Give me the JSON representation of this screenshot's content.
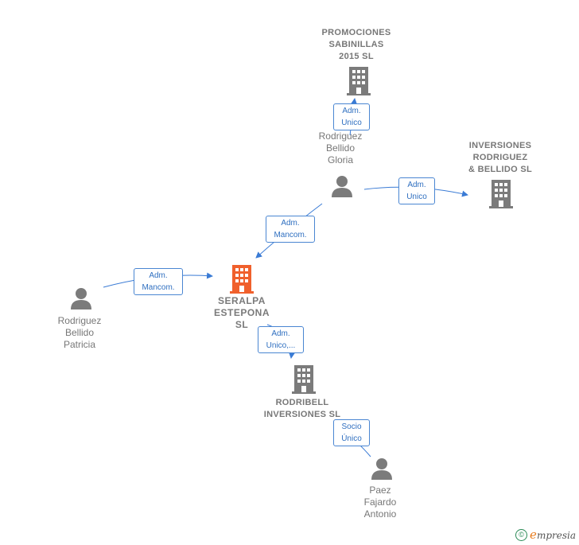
{
  "colors": {
    "edge": "#3a7bd5",
    "company_icon": "#7b7b7b",
    "main_icon": "#f0602c",
    "person_icon": "#7b7b7b"
  },
  "nodes": {
    "promociones": {
      "label": "PROMOCIONES\nSABINILLAS\n2015  SL",
      "icon": "building-icon"
    },
    "inversiones": {
      "label": "INVERSIONES\nRODRIGUEZ\n& BELLIDO SL",
      "icon": "building-icon"
    },
    "gloria": {
      "label": "Rodriguez\nBellido\nGloria",
      "icon": "person-icon"
    },
    "seralpa": {
      "label": "SERALPA\nESTEPONA\nSL",
      "icon": "building-icon"
    },
    "patricia": {
      "label": "Rodriguez\nBellido\nPatricia",
      "icon": "person-icon"
    },
    "rodribell": {
      "label": "RODRIBELL\nINVERSIONES SL",
      "icon": "building-icon"
    },
    "antonio": {
      "label": "Paez\nFajardo\nAntonio",
      "icon": "person-icon"
    }
  },
  "edges": {
    "gloria_promociones": "Adm.\nUnico",
    "gloria_inversiones": "Adm.\nUnico",
    "gloria_seralpa": "Adm.\nMancom.",
    "patricia_seralpa": "Adm.\nMancom.",
    "seralpa_rodribell": "Adm.\nUnico,...",
    "antonio_rodribell": "Socio\nÚnico"
  },
  "brand": {
    "copyright": "©",
    "e": "e",
    "rest": "mpresia"
  }
}
